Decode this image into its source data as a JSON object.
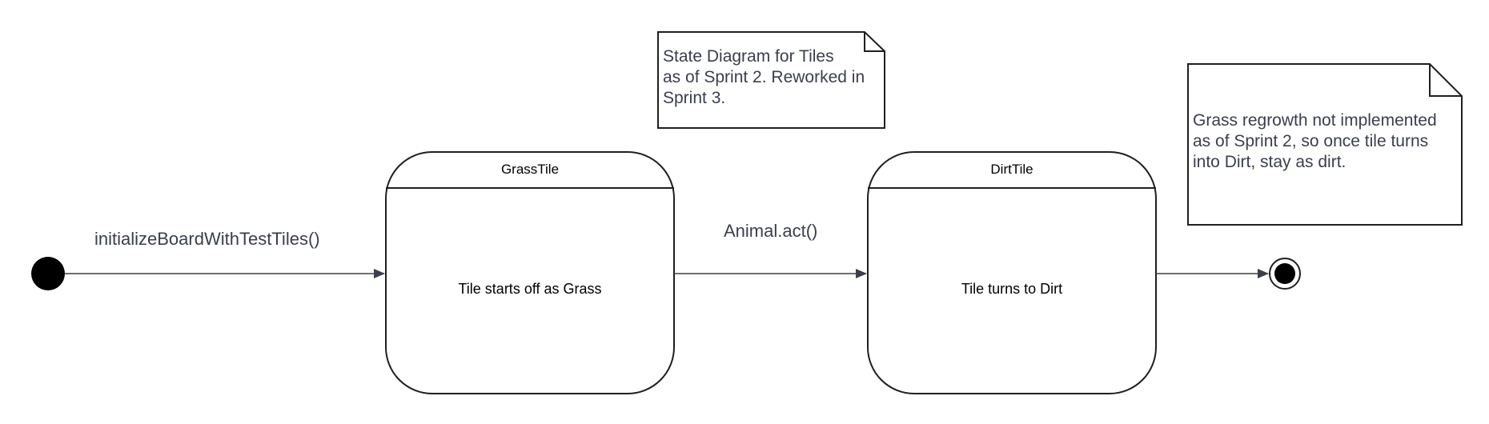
{
  "states": {
    "grass": {
      "title": "GrassTile",
      "body": "Tile starts off as Grass"
    },
    "dirt": {
      "title": "DirtTile",
      "body": "Tile turns to Dirt"
    }
  },
  "transitions": {
    "initial_to_grass": "initializeBoardWithTestTiles()",
    "grass_to_dirt": "Animal.act()"
  },
  "notes": {
    "sprint_note": {
      "lines": [
        "State Diagram for Tiles",
        "as of Sprint 2. Reworked in",
        "Sprint 3."
      ]
    },
    "regrowth_note": {
      "lines": [
        "Grass regrowth not implemented",
        "as of Sprint 2, so once tile turns",
        "into Dirt, stay as dirt."
      ]
    }
  },
  "colors": {
    "stroke": "#1f1f1f",
    "arrow": "#3a3f4b",
    "text_dark": "#000000",
    "text_label": "#3a3f4b"
  }
}
